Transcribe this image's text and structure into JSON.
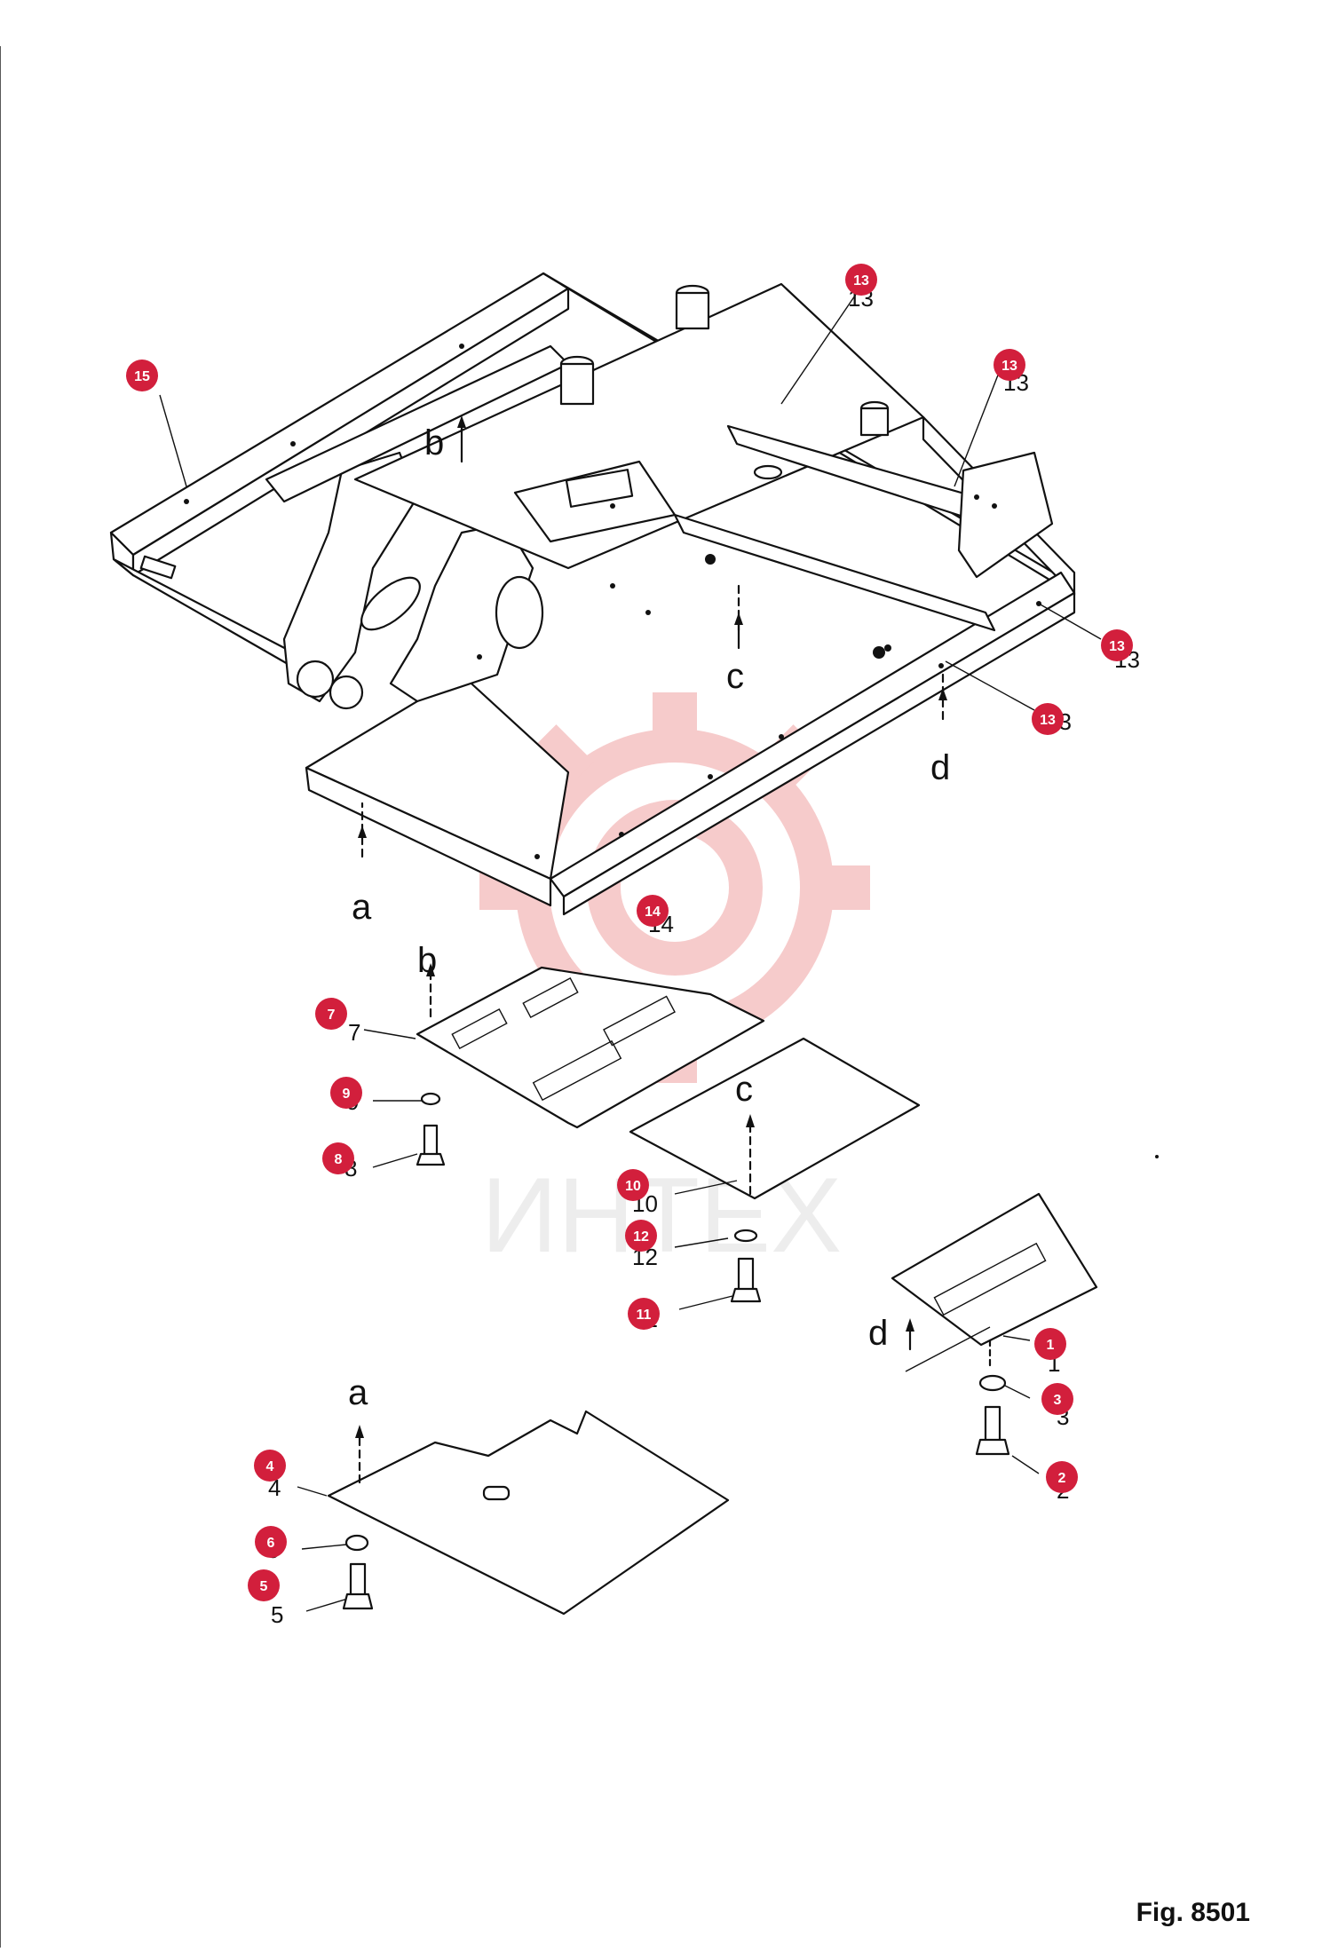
{
  "figure_label": "Fig. 8501",
  "watermark_text": "ИНТЕХ",
  "colors": {
    "callout": "#d21f3c",
    "line": "#111111",
    "watermark": "#f5c2c2"
  },
  "letters": {
    "a": "a",
    "b": "b",
    "c": "c",
    "d": "d"
  },
  "part_numbers": {
    "p1": "1",
    "p2": "2",
    "p3": "3",
    "p4": "4",
    "p5": "5",
    "p6": "6",
    "p7": "7",
    "p8": "8",
    "p9": "9",
    "p10": "10",
    "p11": "11",
    "p12": "12",
    "p13": "13",
    "p14": "14",
    "p15": "15"
  },
  "callouts": {
    "c1": "1",
    "c2": "2",
    "c3": "3",
    "c4": "4",
    "c5": "5",
    "c6": "6",
    "c7": "7",
    "c8": "8",
    "c9": "9",
    "c10": "10",
    "c11": "11",
    "c12": "12",
    "c13a": "13",
    "c13b": "13",
    "c13c": "13",
    "c13d": "13",
    "c14": "14",
    "c15": "15"
  }
}
